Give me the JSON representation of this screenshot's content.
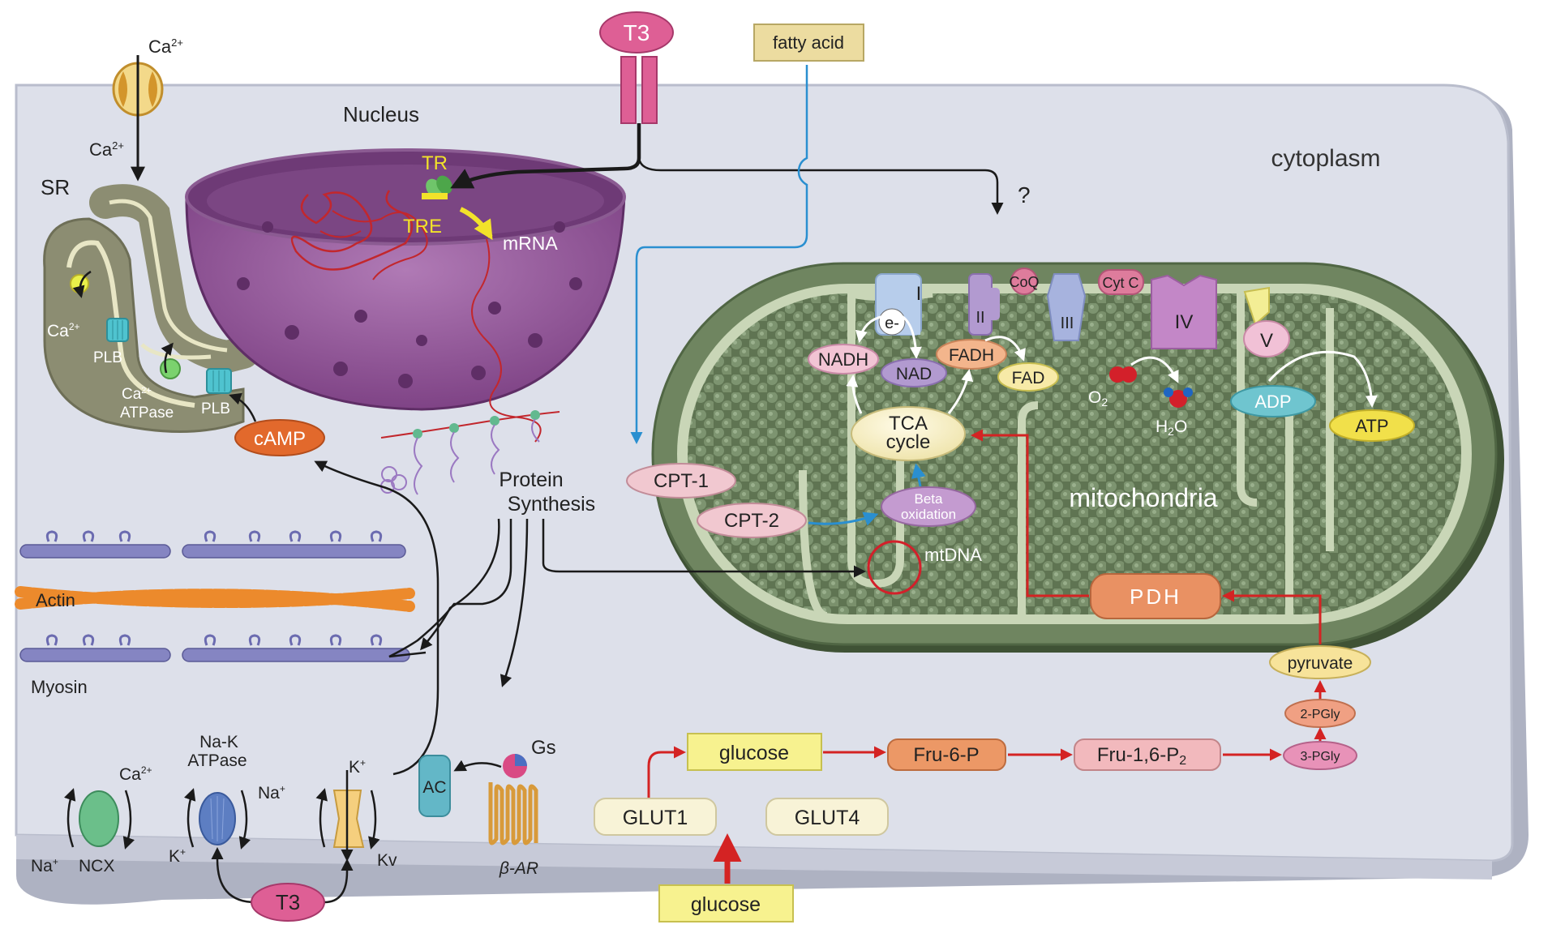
{
  "labels": {
    "cytoplasm": "cytoplasm",
    "nucleus": "Nucleus",
    "mitochondria": "mitochondria",
    "sr": "SR",
    "tr": "TR",
    "tre": "TRE",
    "mrna": "mRNA",
    "protein_synthesis_1": "Protein",
    "protein_synthesis_2": "Synthesis",
    "question": "?",
    "actin": "Actin",
    "myosin": "Myosin",
    "plb_1": "PLB",
    "plb_2": "PLB",
    "ca_atpase_1": "Ca",
    "ca_atpase_2": "ATPase",
    "sr_ca": "Ca",
    "camp": "cAMP",
    "ca_top": "Ca",
    "ca_mid": "Ca",
    "superscript_2plus": "2+",
    "t3_top": "T3",
    "t3_bottom": "T3",
    "fatty_acid": "fatty acid",
    "cpt1": "CPT-1",
    "cpt2": "CPT-2",
    "beta_ox_1": "Beta",
    "beta_ox_2": "oxidation",
    "mtdna": "mtDNA",
    "pdh": "PDH",
    "pyruvate": "pyruvate",
    "pgly2": "2-PGly",
    "pgly3": "3-PGly",
    "fru16p": "Fru-1,6-P",
    "fru16p_sub": "2",
    "fru6p": "Fru-6-P",
    "glucose_in": "glucose",
    "glucose_out": "glucose",
    "glut1": "GLUT1",
    "glut4": "GLUT4",
    "nadh": "NADH",
    "nad": "NAD",
    "fadh": "FADH",
    "fad": "FAD",
    "tca_1": "TCA",
    "tca_2": "cycle",
    "e_minus": "e-",
    "complex_i": "I",
    "complex_ii": "II",
    "complex_iii": "III",
    "complex_iv": "IV",
    "complex_v": "V",
    "coq": "CoQ",
    "cytc": "Cyt C",
    "o2": "O",
    "o2_sub": "2",
    "h2o_h": "H",
    "h2o_sub": "2",
    "h2o_o": "O",
    "adp": "ADP",
    "atp": "ATP",
    "nak_1": "Na-K",
    "nak_2": "ATPase",
    "na_plus": "Na",
    "k_plus": "K",
    "ncx_na": "Na",
    "ncx": "NCX",
    "ncx_ca": "Ca",
    "kv_k": "K",
    "kv": "Kv",
    "ac": "AC",
    "gs": "Gs",
    "beta_ar": "β-AR",
    "plus": "+"
  },
  "colors": {
    "cell_fill": "#dde0ea",
    "cell_stroke": "#b9bdcc",
    "nucleus": "#8e4f93",
    "nucleus_inner": "#6e3a76",
    "mito_outer": "#6f8560",
    "mito_inner": "#596f4e",
    "crista": "#c9d6b7",
    "red_arrow": "#d42323",
    "blue_arrow": "#2a8fd0",
    "glucose_box": "#f7f28f",
    "fatty_box": "#ecdca0",
    "t3": "#de5f95",
    "plb": "#4fc3cf",
    "camp": "#e2692c",
    "actin": "#ec8a2c",
    "myosin": "#8585c2",
    "ncx": "#6bbf8a",
    "nak": "#5d7ec2",
    "ac": "#63b7c7",
    "pdh": "#e99163",
    "sr": "#8c8d72"
  }
}
